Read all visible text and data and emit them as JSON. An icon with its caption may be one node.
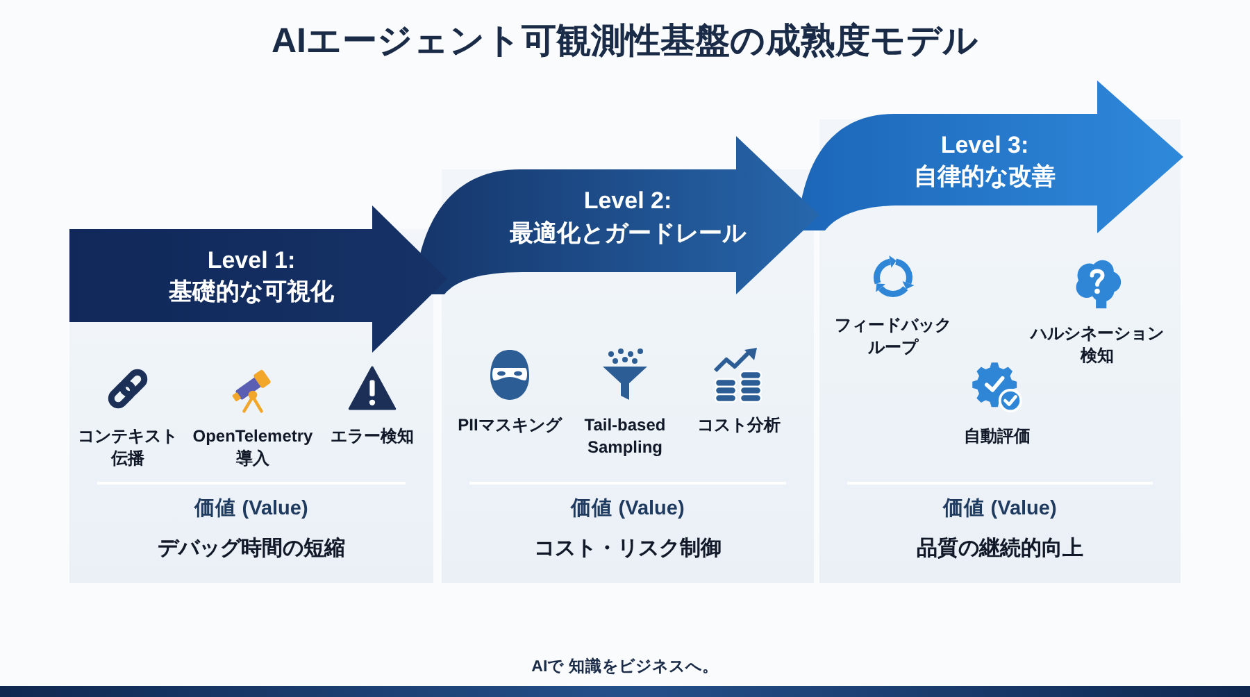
{
  "diagram": {
    "title": "AIエージェント可観測性基盤の成熟度モデル",
    "nodes": [
      {
        "text": [
          "価値 (Value)",
          "デバッグ時間の短縮"
        ]
      },
      {
        "text": [
          "Level 1:",
          "基礎的な可視化"
        ]
      },
      {
        "text": [
          "コンテキスト伝播"
        ],
        "in": 0
      },
      {
        "text": [
          "OpenTelemetry導入"
        ],
        "in": 0
      },
      {
        "text": [
          "エラー検知"
        ],
        "in": 0
      },
      {
        "text": [
          "価値 (Value)",
          "コスト・リスク制御"
        ]
      },
      {
        "text": [
          "Level 2:",
          "最適化とガードレール"
        ]
      },
      {
        "text": [
          "PIIマスキング"
        ],
        "in": 5
      },
      {
        "text": [
          "Tail-based Sampling"
        ],
        "in": 5
      },
      {
        "text": [
          "コスト分析"
        ],
        "in": 5
      },
      {
        "text": [
          "価値 (Value)",
          "品質の継続的向上"
        ]
      },
      {
        "text": [
          "Level 3:",
          "自律的な改善"
        ]
      },
      {
        "text": [
          "フィードバックループ"
        ],
        "in": 10
      },
      {
        "text": [
          "ハルシネーション検知"
        ],
        "in": 10
      },
      {
        "text": [
          "自動評価"
        ],
        "in": 10
      }
    ],
    "labels": [
      "AIで 知識をビジネスへ。"
    ]
  }
}
